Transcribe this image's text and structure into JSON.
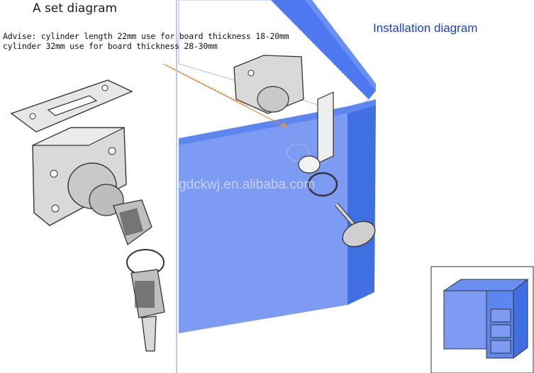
{
  "titles": {
    "set_diagram": "A set diagram",
    "installation_diagram": "Installation diagram"
  },
  "advise": {
    "line1": "Advise: cylinder length 22mm use for board thickness 18-20mm",
    "line2": "cylinder 32mm use for board thickness 28-30mm"
  },
  "watermark": "gdckwj.en.alibaba.com",
  "colors": {
    "board_blue": "#7d9bf2",
    "board_edge": "#3f6fe0",
    "title_blue": "#1f3fbf",
    "arrow_orange": "#e0914a",
    "metal_gray": "#cfcfcf"
  }
}
